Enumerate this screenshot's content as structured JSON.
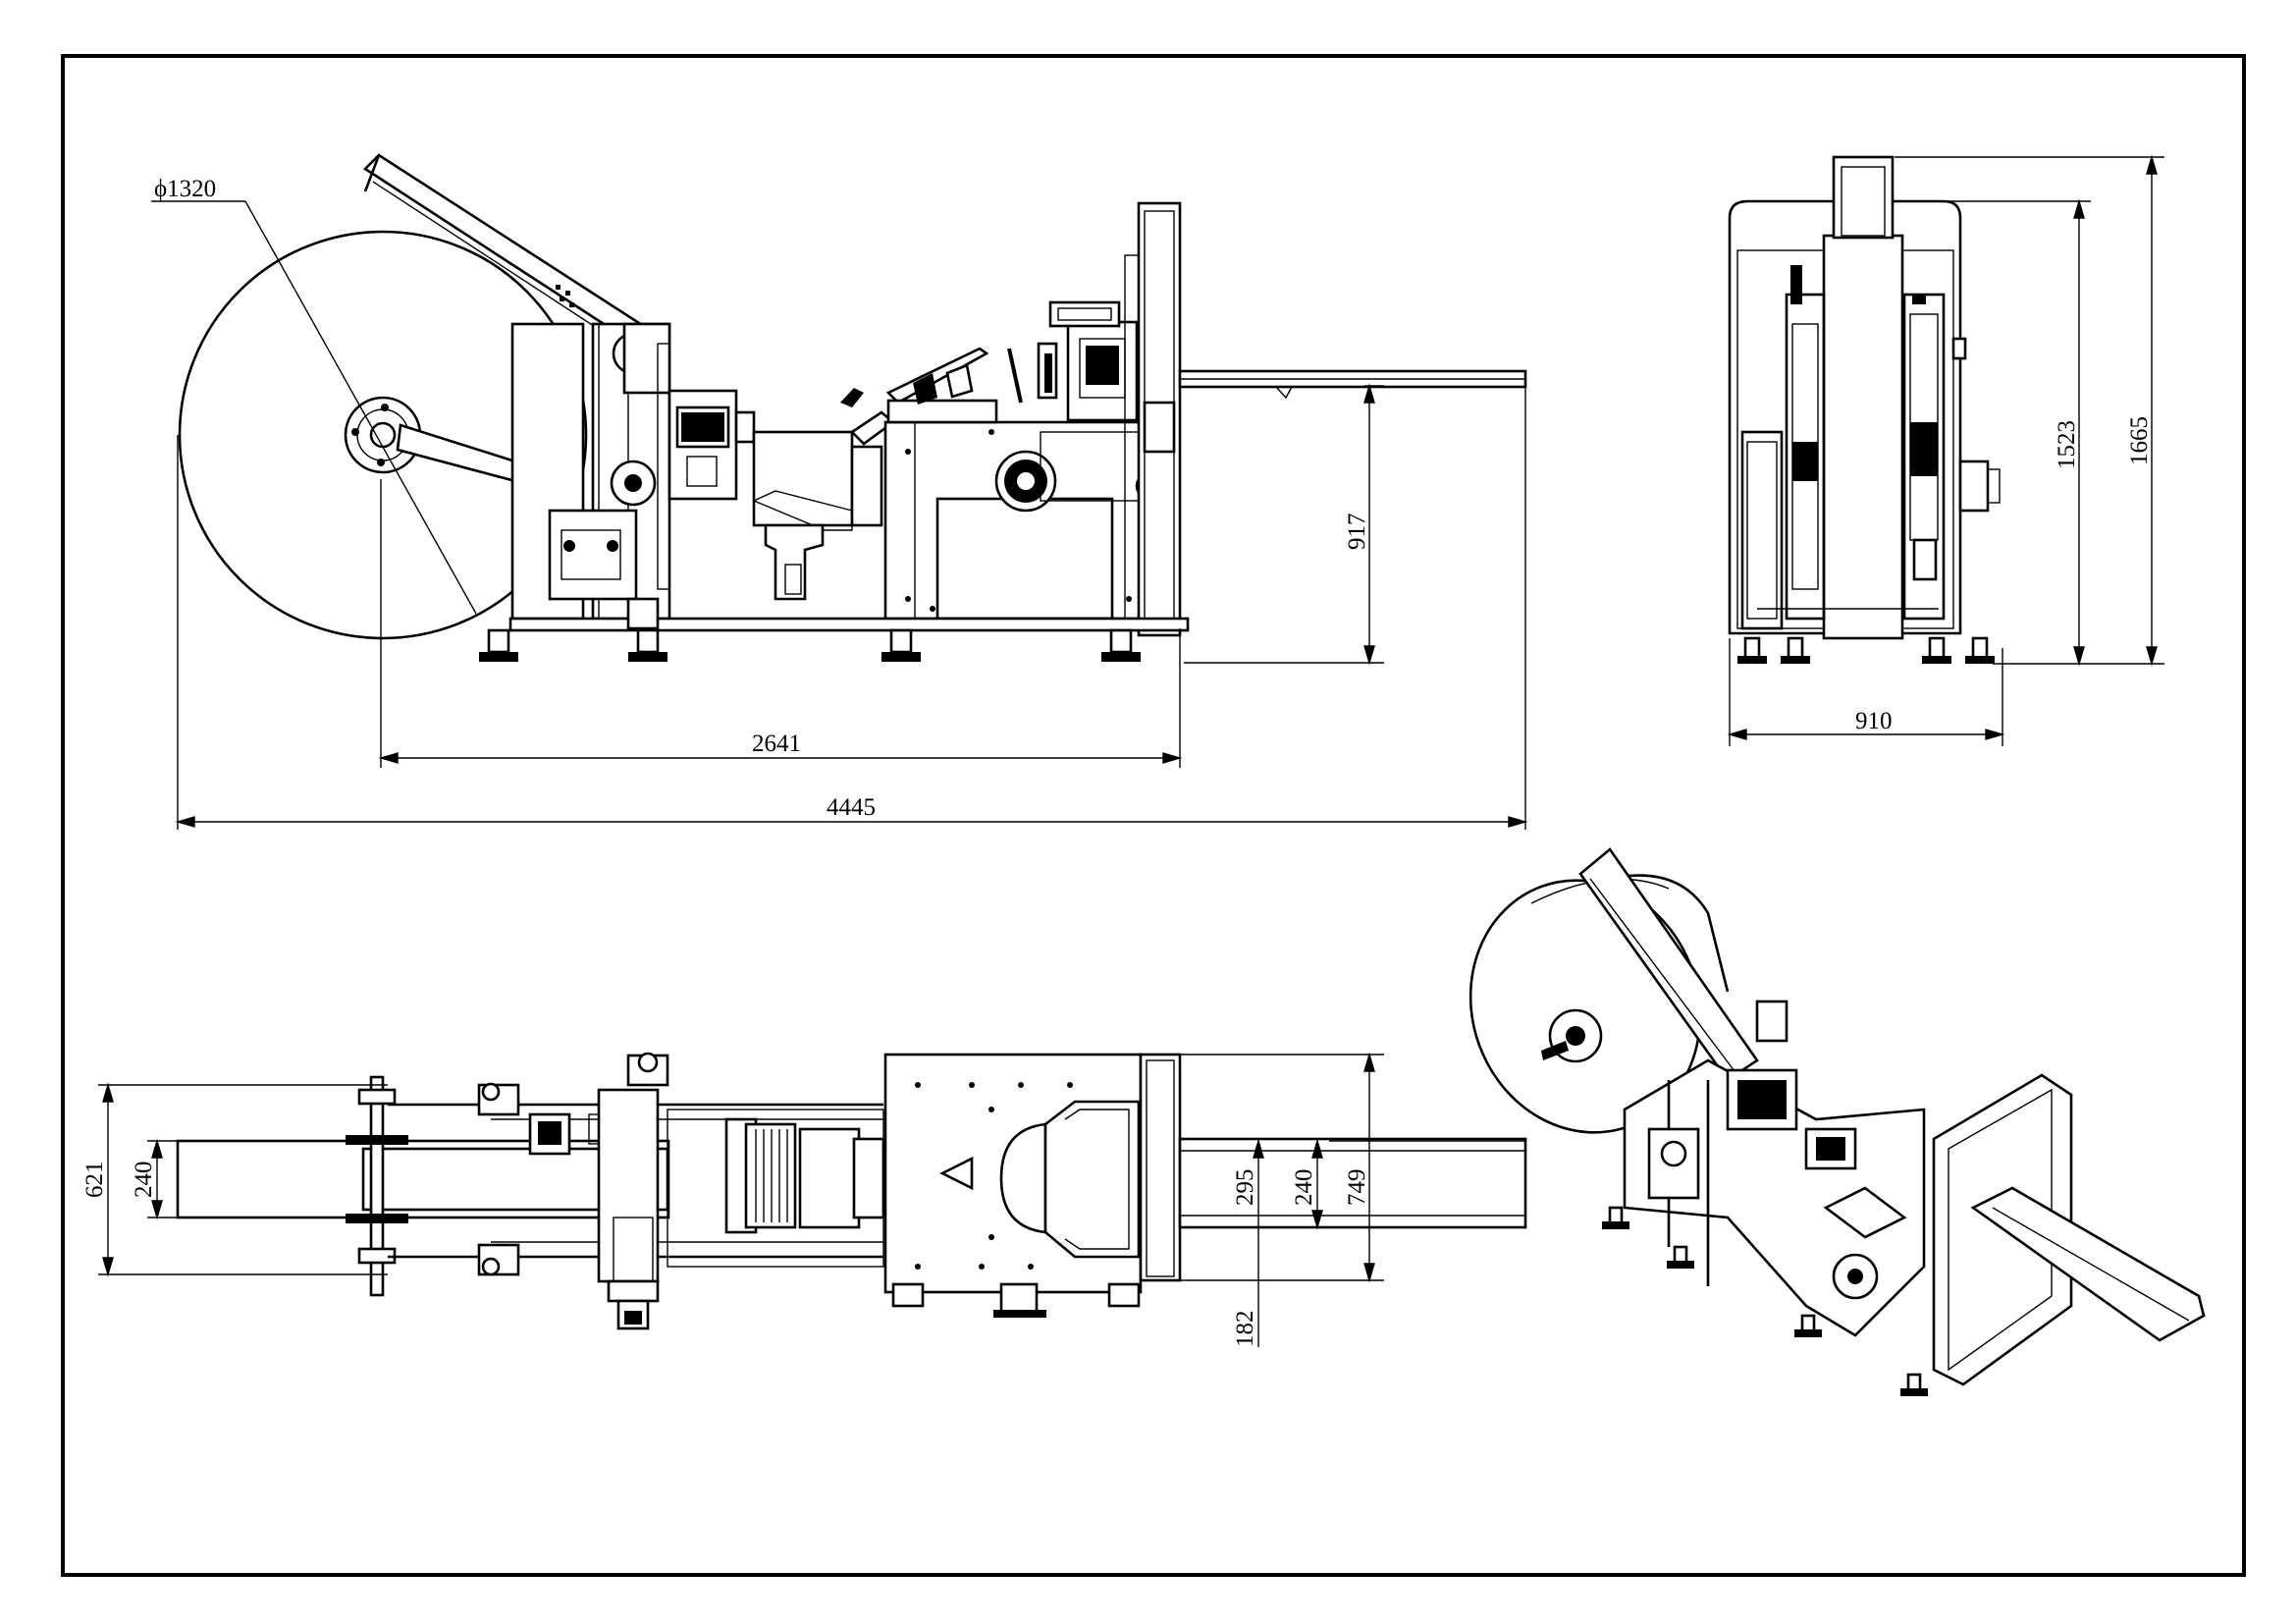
{
  "drawing": {
    "views": {
      "front": {
        "dimensions": {
          "roll_diameter": "ϕ1320",
          "height_to_outlet": "917",
          "length_core_to_end": "2641",
          "overall_length": "4445"
        }
      },
      "side": {
        "dimensions": {
          "height_1523": "1523",
          "overall_height": "1665",
          "overall_width": "910"
        }
      },
      "top": {
        "dimensions": {
          "width_621": "621",
          "web_240_left": "240",
          "outlet_295": "295",
          "outlet_240": "240",
          "width_749": "749",
          "offset_182": "182"
        }
      },
      "isometric": {}
    }
  }
}
